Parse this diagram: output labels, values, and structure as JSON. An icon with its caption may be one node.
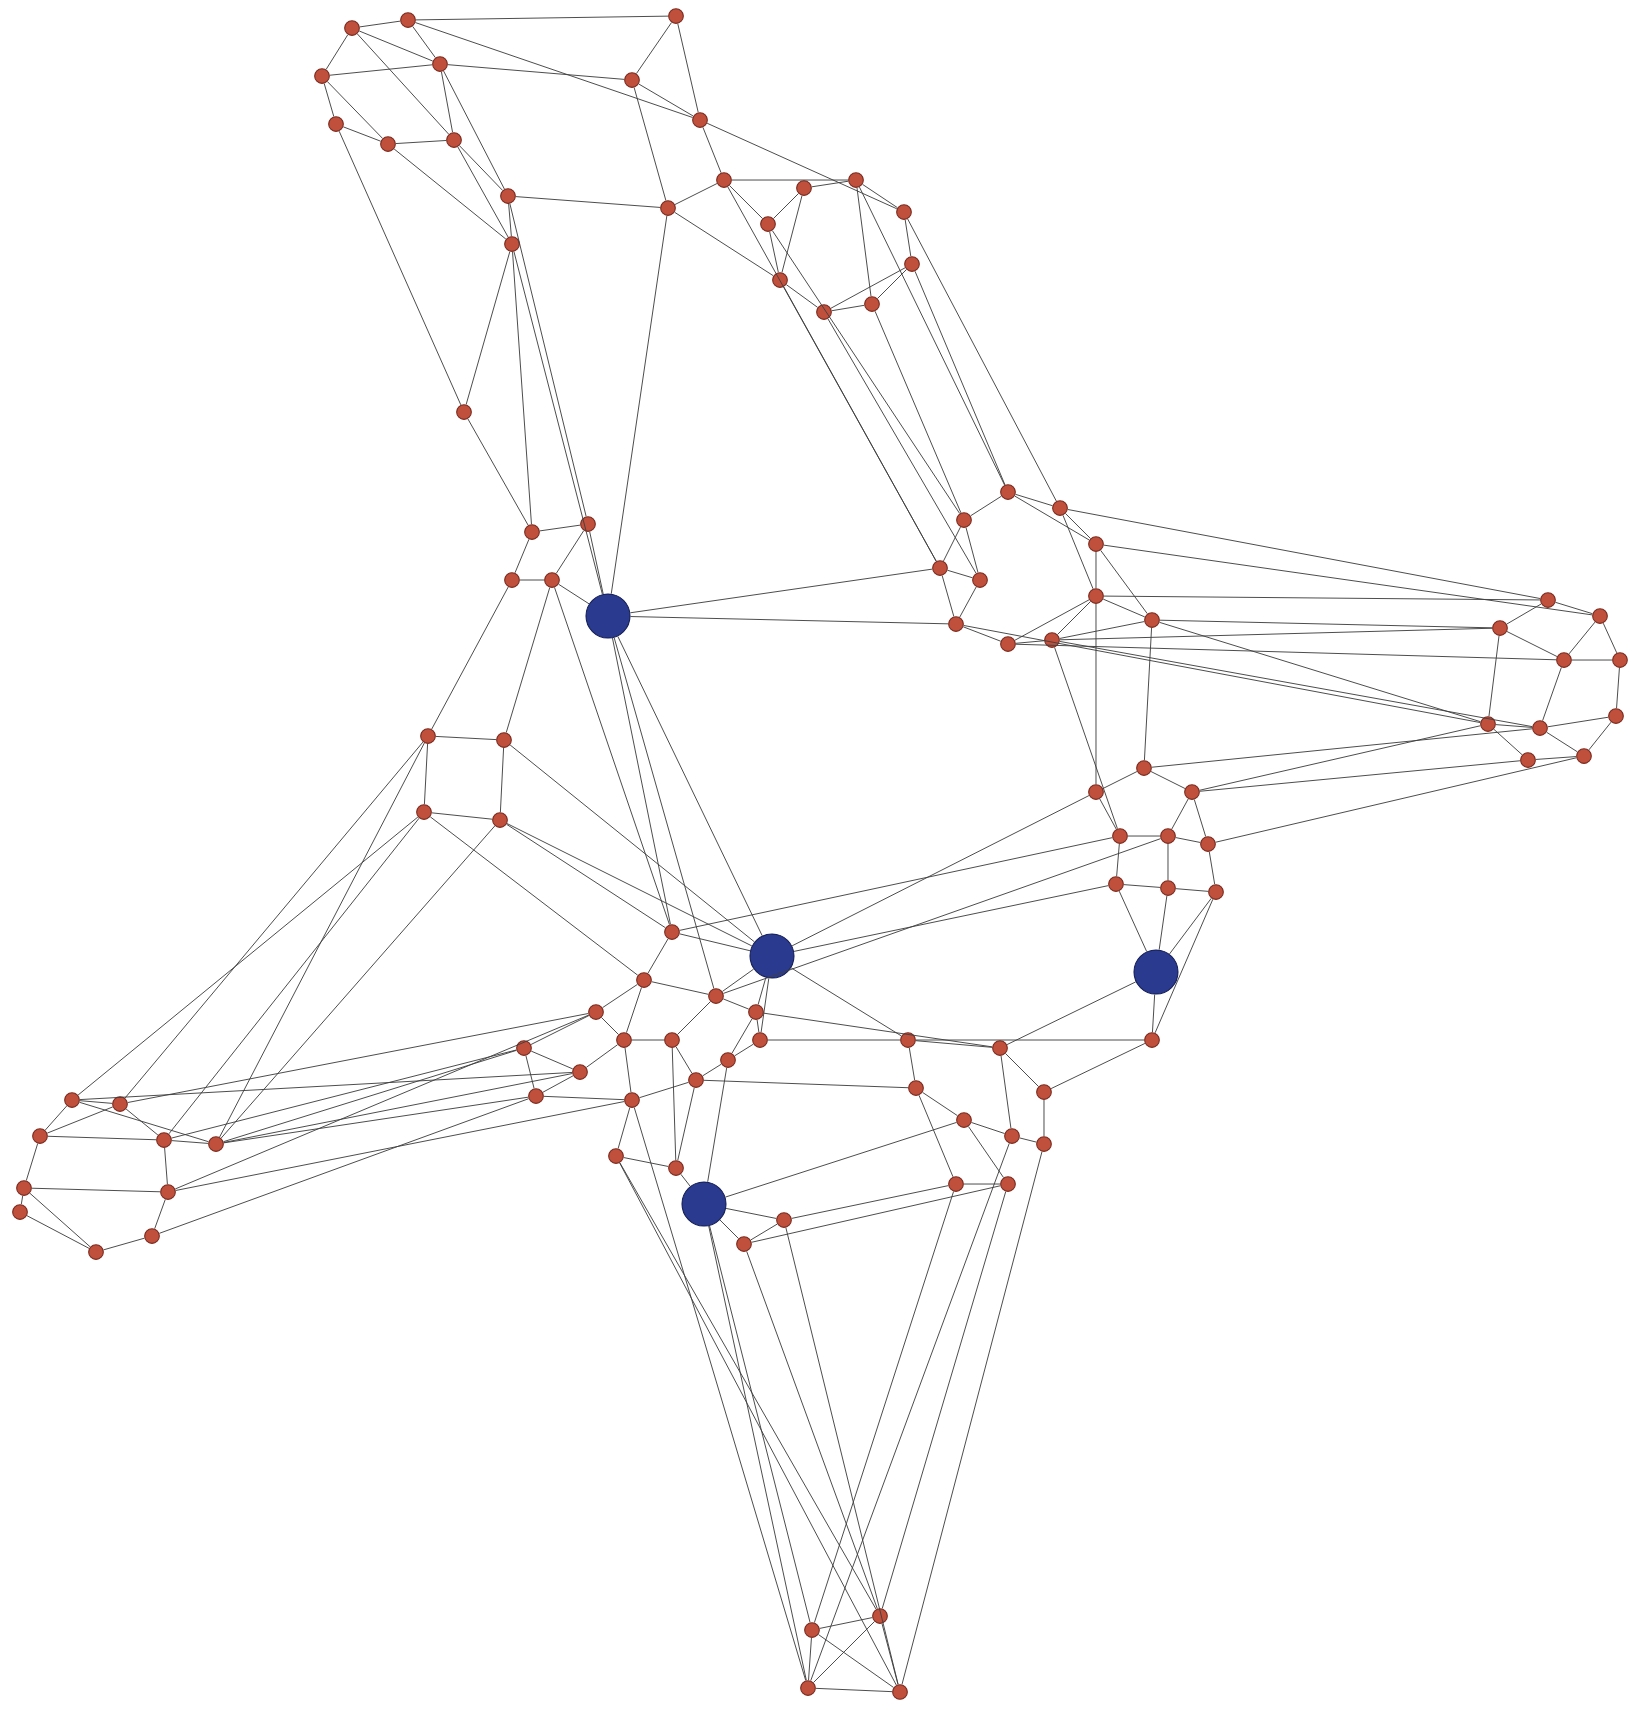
{
  "diagram": {
    "nodes": [
      {
        "text": [],
        "shape": "circle"
      },
      {
        "text": [],
        "shape": "circle"
      },
      {
        "text": [],
        "shape": "circle"
      },
      {
        "text": [],
        "shape": "circle"
      },
      {
        "text": [],
        "shape": "circle"
      },
      {
        "text": [],
        "shape": "circle"
      },
      {
        "text": [],
        "shape": "circle"
      },
      {
        "text": [],
        "shape": "circle"
      },
      {
        "text": [],
        "shape": "circle"
      },
      {
        "text": [],
        "shape": "circle"
      },
      {
        "text": [],
        "shape": "circle"
      },
      {
        "text": [],
        "shape": "circle"
      },
      {
        "text": [],
        "shape": "circle"
      },
      {
        "text": [],
        "shape": "circle"
      },
      {
        "text": [],
        "shape": "circle"
      },
      {
        "text": [],
        "shape": "circle"
      },
      {
        "text": [],
        "shape": "circle"
      },
      {
        "text": [],
        "shape": "circle"
      },
      {
        "text": [],
        "shape": "circle"
      },
      {
        "text": [],
        "shape": "circle"
      },
      {
        "text": [],
        "shape": "circle"
      },
      {
        "text": [],
        "shape": "circle"
      },
      {
        "text": [],
        "shape": "circle"
      },
      {
        "text": [],
        "shape": "circle"
      },
      {
        "text": [],
        "shape": "circle"
      },
      {
        "text": [],
        "shape": "circle"
      },
      {
        "text": [],
        "shape": "circle"
      },
      {
        "text": [],
        "shape": "circle"
      },
      {
        "text": [],
        "shape": "circle"
      },
      {
        "text": [],
        "shape": "circle"
      },
      {
        "text": [],
        "shape": "circle"
      },
      {
        "text": [],
        "shape": "circle"
      },
      {
        "text": [],
        "shape": "circle"
      },
      {
        "text": [],
        "shape": "circle"
      },
      {
        "text": [],
        "shape": "circle"
      },
      {
        "text": [],
        "shape": "circle"
      },
      {
        "text": [],
        "shape": "circle"
      },
      {
        "text": [],
        "shape": "circle"
      },
      {
        "text": [],
        "shape": "circle"
      },
      {
        "text": [],
        "shape": "circle"
      },
      {
        "text": [],
        "shape": "circle"
      },
      {
        "text": [],
        "shape": "circle"
      },
      {
        "text": [],
        "shape": "circle"
      },
      {
        "text": [],
        "shape": "circle"
      },
      {
        "text": [],
        "shape": "circle"
      },
      {
        "text": [],
        "shape": "circle"
      },
      {
        "text": [],
        "shape": "circle"
      },
      {
        "text": [],
        "shape": "circle"
      },
      {
        "text": [],
        "shape": "circle"
      },
      {
        "text": [],
        "shape": "circle"
      },
      {
        "text": [],
        "shape": "circle"
      },
      {
        "text": [],
        "shape": "circle"
      },
      {
        "text": [],
        "shape": "circle"
      },
      {
        "text": [],
        "shape": "circle"
      },
      {
        "text": [],
        "shape": "circle"
      },
      {
        "text": [],
        "shape": "circle"
      },
      {
        "text": [],
        "shape": "circle"
      },
      {
        "text": [],
        "shape": "circle"
      },
      {
        "text": [],
        "shape": "circle"
      },
      {
        "text": [],
        "shape": "circle"
      },
      {
        "text": [],
        "shape": "circle"
      },
      {
        "text": [],
        "shape": "circle"
      },
      {
        "text": [],
        "shape": "circle"
      },
      {
        "text": [],
        "shape": "circle"
      },
      {
        "text": [],
        "shape": "circle"
      },
      {
        "text": [],
        "shape": "circle"
      },
      {
        "text": [],
        "shape": "circle"
      },
      {
        "text": [],
        "shape": "circle"
      },
      {
        "text": [],
        "shape": "circle"
      },
      {
        "text": [],
        "shape": "circle"
      },
      {
        "text": [],
        "shape": "circle"
      },
      {
        "text": [],
        "shape": "circle"
      },
      {
        "text": [],
        "shape": "circle"
      },
      {
        "text": [],
        "shape": "circle"
      },
      {
        "text": [],
        "shape": "circle"
      },
      {
        "text": [],
        "shape": "circle"
      },
      {
        "text": [],
        "shape": "circle"
      },
      {
        "text": [],
        "shape": "circle"
      },
      {
        "text": [],
        "shape": "circle"
      },
      {
        "text": [],
        "shape": "circle"
      },
      {
        "text": [],
        "shape": "circle"
      },
      {
        "text": [],
        "shape": "circle"
      },
      {
        "text": [],
        "shape": "circle"
      },
      {
        "text": [],
        "shape": "circle"
      },
      {
        "text": [],
        "shape": "circle"
      },
      {
        "text": [],
        "shape": "circle"
      },
      {
        "text": [],
        "shape": "circle"
      },
      {
        "text": [],
        "shape": "circle"
      },
      {
        "text": [],
        "shape": "circle"
      },
      {
        "text": [],
        "shape": "circle"
      },
      {
        "text": [],
        "shape": "circle"
      },
      {
        "text": [],
        "shape": "circle"
      },
      {
        "text": [],
        "shape": "circle"
      },
      {
        "text": [],
        "shape": "circle"
      },
      {
        "text": [],
        "shape": "circle"
      },
      {
        "text": [],
        "shape": "circle"
      },
      {
        "text": [],
        "shape": "circle"
      },
      {
        "text": [],
        "shape": "circle"
      },
      {
        "text": [],
        "shape": "circle"
      },
      {
        "text": [],
        "shape": "circle"
      },
      {
        "text": [],
        "shape": "circle"
      },
      {
        "text": [],
        "shape": "circle"
      },
      {
        "text": [],
        "shape": "circle"
      },
      {
        "text": [],
        "shape": "circle"
      },
      {
        "text": [],
        "shape": "circle"
      },
      {
        "text": [],
        "shape": "circle"
      },
      {
        "text": [],
        "shape": "circle"
      }
    ],
    "edges": [
      {
        "from": 0,
        "to": 1,
        "arrow": "none"
      },
      {
        "from": 0,
        "to": 2,
        "arrow": "none"
      },
      {
        "from": 0,
        "to": 3,
        "arrow": "none"
      },
      {
        "from": 1,
        "to": 3,
        "arrow": "none"
      },
      {
        "from": 1,
        "to": 4,
        "arrow": "none"
      },
      {
        "from": 2,
        "to": 7,
        "arrow": "none"
      },
      {
        "from": 2,
        "to": 3,
        "arrow": "none"
      },
      {
        "from": 3,
        "to": 9,
        "arrow": "none"
      },
      {
        "from": 7,
        "to": 8,
        "arrow": "none"
      },
      {
        "from": 8,
        "to": 9,
        "arrow": "none"
      },
      {
        "from": 3,
        "to": 5,
        "arrow": "none"
      },
      {
        "from": 4,
        "to": 5,
        "arrow": "none"
      },
      {
        "from": 4,
        "to": 6,
        "arrow": "none"
      },
      {
        "from": 5,
        "to": 6,
        "arrow": "none"
      },
      {
        "from": 1,
        "to": 6,
        "arrow": "none"
      },
      {
        "from": 5,
        "to": 12,
        "arrow": "none"
      },
      {
        "from": 6,
        "to": 13,
        "arrow": "none"
      },
      {
        "from": 12,
        "to": 13,
        "arrow": "none"
      },
      {
        "from": 13,
        "to": 14,
        "arrow": "none"
      },
      {
        "from": 14,
        "to": 15,
        "arrow": "none"
      },
      {
        "from": 15,
        "to": 16,
        "arrow": "none"
      },
      {
        "from": 16,
        "to": 17,
        "arrow": "none"
      },
      {
        "from": 17,
        "to": 18,
        "arrow": "none"
      },
      {
        "from": 14,
        "to": 19,
        "arrow": "none"
      },
      {
        "from": 19,
        "to": 20,
        "arrow": "none"
      },
      {
        "from": 20,
        "to": 21,
        "arrow": "none"
      },
      {
        "from": 18,
        "to": 21,
        "arrow": "none"
      },
      {
        "from": 15,
        "to": 19,
        "arrow": "none"
      },
      {
        "from": 16,
        "to": 21,
        "arrow": "none"
      },
      {
        "from": 9,
        "to": 10,
        "arrow": "none"
      },
      {
        "from": 10,
        "to": 11,
        "arrow": "none"
      },
      {
        "from": 8,
        "to": 11,
        "arrow": "none"
      },
      {
        "from": 10,
        "to": 12,
        "arrow": "none"
      },
      {
        "from": 11,
        "to": 22,
        "arrow": "none"
      },
      {
        "from": 7,
        "to": 22,
        "arrow": "none"
      },
      {
        "from": 22,
        "to": 23,
        "arrow": "none"
      },
      {
        "from": 11,
        "to": 23,
        "arrow": "none"
      },
      {
        "from": 10,
        "to": 24,
        "arrow": "none"
      },
      {
        "from": 23,
        "to": 24,
        "arrow": "none"
      },
      {
        "from": 23,
        "to": 25,
        "arrow": "none"
      },
      {
        "from": 24,
        "to": 26,
        "arrow": "none"
      },
      {
        "from": 25,
        "to": 26,
        "arrow": "none"
      },
      {
        "from": 26,
        "to": 27,
        "arrow": "none"
      },
      {
        "from": 24,
        "to": 27,
        "arrow": "none"
      },
      {
        "from": 11,
        "to": 27,
        "arrow": "none"
      },
      {
        "from": 12,
        "to": 27,
        "arrow": "none"
      },
      {
        "from": 3,
        "to": 10,
        "arrow": "none"
      },
      {
        "from": 0,
        "to": 9,
        "arrow": "none"
      },
      {
        "from": 2,
        "to": 8,
        "arrow": "none"
      },
      {
        "from": 6,
        "to": 17,
        "arrow": "none"
      },
      {
        "from": 13,
        "to": 16,
        "arrow": "none"
      },
      {
        "from": 18,
        "to": 20,
        "arrow": "none"
      },
      {
        "from": 12,
        "to": 19,
        "arrow": "none"
      },
      {
        "from": 9,
        "to": 11,
        "arrow": "none"
      },
      {
        "from": 18,
        "to": 28,
        "arrow": "none"
      },
      {
        "from": 21,
        "to": 29,
        "arrow": "none"
      },
      {
        "from": 17,
        "to": 30,
        "arrow": "none"
      },
      {
        "from": 19,
        "to": 31,
        "arrow": "none"
      },
      {
        "from": 20,
        "to": 33,
        "arrow": "none"
      },
      {
        "from": 14,
        "to": 29,
        "arrow": "none"
      },
      {
        "from": 16,
        "to": 28,
        "arrow": "none"
      },
      {
        "from": 13,
        "to": 31,
        "arrow": "none"
      },
      {
        "from": 28,
        "to": 29,
        "arrow": "none"
      },
      {
        "from": 28,
        "to": 30,
        "arrow": "none"
      },
      {
        "from": 29,
        "to": 31,
        "arrow": "none"
      },
      {
        "from": 30,
        "to": 32,
        "arrow": "none"
      },
      {
        "from": 31,
        "to": 33,
        "arrow": "none"
      },
      {
        "from": 33,
        "to": 34,
        "arrow": "none"
      },
      {
        "from": 34,
        "to": 35,
        "arrow": "none"
      },
      {
        "from": 35,
        "to": 36,
        "arrow": "none"
      },
      {
        "from": 36,
        "to": 37,
        "arrow": "none"
      },
      {
        "from": 32,
        "to": 37,
        "arrow": "none"
      },
      {
        "from": 37,
        "to": 38,
        "arrow": "none"
      },
      {
        "from": 29,
        "to": 33,
        "arrow": "none"
      },
      {
        "from": 28,
        "to": 32,
        "arrow": "none"
      },
      {
        "from": 31,
        "to": 34,
        "arrow": "none"
      },
      {
        "from": 30,
        "to": 37,
        "arrow": "none"
      },
      {
        "from": 32,
        "to": 38,
        "arrow": "none"
      },
      {
        "from": 36,
        "to": 38,
        "arrow": "none"
      },
      {
        "from": 35,
        "to": 37,
        "arrow": "none"
      },
      {
        "from": 30,
        "to": 39,
        "arrow": "none"
      },
      {
        "from": 32,
        "to": 40,
        "arrow": "none"
      },
      {
        "from": 38,
        "to": 41,
        "arrow": "none"
      },
      {
        "from": 36,
        "to": 41,
        "arrow": "none"
      },
      {
        "from": 35,
        "to": 42,
        "arrow": "none"
      },
      {
        "from": 37,
        "to": 39,
        "arrow": "none"
      },
      {
        "from": 38,
        "to": 44,
        "arrow": "none"
      },
      {
        "from": 34,
        "to": 44,
        "arrow": "none"
      },
      {
        "from": 36,
        "to": 45,
        "arrow": "none"
      },
      {
        "from": 39,
        "to": 40,
        "arrow": "none"
      },
      {
        "from": 39,
        "to": 41,
        "arrow": "none"
      },
      {
        "from": 40,
        "to": 42,
        "arrow": "none"
      },
      {
        "from": 41,
        "to": 42,
        "arrow": "none"
      },
      {
        "from": 42,
        "to": 43,
        "arrow": "none"
      },
      {
        "from": 40,
        "to": 43,
        "arrow": "none"
      },
      {
        "from": 43,
        "to": 46,
        "arrow": "none"
      },
      {
        "from": 44,
        "to": 45,
        "arrow": "none"
      },
      {
        "from": 45,
        "to": 46,
        "arrow": "none"
      },
      {
        "from": 44,
        "to": 47,
        "arrow": "none"
      },
      {
        "from": 47,
        "to": 48,
        "arrow": "none"
      },
      {
        "from": 46,
        "to": 48,
        "arrow": "none"
      },
      {
        "from": 45,
        "to": 48,
        "arrow": "none"
      },
      {
        "from": 41,
        "to": 44,
        "arrow": "none"
      },
      {
        "from": 42,
        "to": 45,
        "arrow": "none"
      },
      {
        "from": 27,
        "to": 31,
        "arrow": "none"
      },
      {
        "from": 27,
        "to": 34,
        "arrow": "none"
      },
      {
        "from": 38,
        "to": 50,
        "arrow": "none"
      },
      {
        "from": 37,
        "to": 49,
        "arrow": "none"
      },
      {
        "from": 36,
        "to": 52,
        "arrow": "none"
      },
      {
        "from": 49,
        "to": 50,
        "arrow": "none"
      },
      {
        "from": 50,
        "to": 51,
        "arrow": "none"
      },
      {
        "from": 49,
        "to": 52,
        "arrow": "none"
      },
      {
        "from": 52,
        "to": 53,
        "arrow": "none"
      },
      {
        "from": 53,
        "to": 54,
        "arrow": "none"
      },
      {
        "from": 51,
        "to": 54,
        "arrow": "none"
      },
      {
        "from": 52,
        "to": 55,
        "arrow": "none"
      },
      {
        "from": 55,
        "to": 56,
        "arrow": "none"
      },
      {
        "from": 56,
        "to": 57,
        "arrow": "none"
      },
      {
        "from": 54,
        "to": 57,
        "arrow": "none"
      },
      {
        "from": 53,
        "to": 56,
        "arrow": "none"
      },
      {
        "from": 55,
        "to": 58,
        "arrow": "none"
      },
      {
        "from": 56,
        "to": 58,
        "arrow": "none"
      },
      {
        "from": 57,
        "to": 58,
        "arrow": "none"
      },
      {
        "from": 58,
        "to": 59,
        "arrow": "none"
      },
      {
        "from": 44,
        "to": 51,
        "arrow": "none"
      },
      {
        "from": 47,
        "to": 51,
        "arrow": "none"
      },
      {
        "from": 45,
        "to": 50,
        "arrow": "none"
      },
      {
        "from": 48,
        "to": 54,
        "arrow": "none"
      },
      {
        "from": 57,
        "to": 59,
        "arrow": "none"
      },
      {
        "from": 51,
        "to": 53,
        "arrow": "none"
      },
      {
        "from": 60,
        "to": 61,
        "arrow": "none"
      },
      {
        "from": 60,
        "to": 62,
        "arrow": "none"
      },
      {
        "from": 61,
        "to": 63,
        "arrow": "none"
      },
      {
        "from": 62,
        "to": 63,
        "arrow": "none"
      },
      {
        "from": 60,
        "to": 25,
        "arrow": "none"
      },
      {
        "from": 61,
        "to": 26,
        "arrow": "none"
      },
      {
        "from": 63,
        "to": 65,
        "arrow": "none"
      },
      {
        "from": 62,
        "to": 66,
        "arrow": "none"
      },
      {
        "from": 61,
        "to": 64,
        "arrow": "none"
      },
      {
        "from": 63,
        "to": 64,
        "arrow": "none"
      },
      {
        "from": 27,
        "to": 64,
        "arrow": "none"
      },
      {
        "from": 27,
        "to": 65,
        "arrow": "none"
      },
      {
        "from": 27,
        "to": 67,
        "arrow": "none"
      },
      {
        "from": 26,
        "to": 65,
        "arrow": "none"
      },
      {
        "from": 64,
        "to": 65,
        "arrow": "none"
      },
      {
        "from": 64,
        "to": 67,
        "arrow": "none"
      },
      {
        "from": 64,
        "to": 68,
        "arrow": "none"
      },
      {
        "from": 65,
        "to": 66,
        "arrow": "none"
      },
      {
        "from": 66,
        "to": 67,
        "arrow": "none"
      },
      {
        "from": 67,
        "to": 68,
        "arrow": "none"
      },
      {
        "from": 66,
        "to": 69,
        "arrow": "none"
      },
      {
        "from": 69,
        "to": 70,
        "arrow": "none"
      },
      {
        "from": 70,
        "to": 71,
        "arrow": "none"
      },
      {
        "from": 71,
        "to": 72,
        "arrow": "none"
      },
      {
        "from": 72,
        "to": 73,
        "arrow": "none"
      },
      {
        "from": 73,
        "to": 76,
        "arrow": "none"
      },
      {
        "from": 76,
        "to": 77,
        "arrow": "none"
      },
      {
        "from": 77,
        "to": 78,
        "arrow": "none"
      },
      {
        "from": 78,
        "to": 68,
        "arrow": "none"
      },
      {
        "from": 66,
        "to": 72,
        "arrow": "none"
      },
      {
        "from": 69,
        "to": 72,
        "arrow": "none"
      },
      {
        "from": 67,
        "to": 73,
        "arrow": "none"
      },
      {
        "from": 68,
        "to": 77,
        "arrow": "none"
      },
      {
        "from": 64,
        "to": 78,
        "arrow": "none"
      },
      {
        "from": 64,
        "to": 49,
        "arrow": "none"
      },
      {
        "from": 64,
        "to": 55,
        "arrow": "none"
      },
      {
        "from": 65,
        "to": 52,
        "arrow": "none"
      },
      {
        "from": 67,
        "to": 53,
        "arrow": "none"
      },
      {
        "from": 70,
        "to": 74,
        "arrow": "none"
      },
      {
        "from": 74,
        "to": 75,
        "arrow": "none"
      },
      {
        "from": 75,
        "to": 76,
        "arrow": "none"
      },
      {
        "from": 71,
        "to": 74,
        "arrow": "none"
      },
      {
        "from": 72,
        "to": 75,
        "arrow": "none"
      },
      {
        "from": 78,
        "to": 79,
        "arrow": "none"
      },
      {
        "from": 79,
        "to": 80,
        "arrow": "none"
      },
      {
        "from": 80,
        "to": 81,
        "arrow": "none"
      },
      {
        "from": 79,
        "to": 82,
        "arrow": "none"
      },
      {
        "from": 82,
        "to": 83,
        "arrow": "none"
      },
      {
        "from": 83,
        "to": 84,
        "arrow": "none"
      },
      {
        "from": 84,
        "to": 85,
        "arrow": "none"
      },
      {
        "from": 81,
        "to": 85,
        "arrow": "none"
      },
      {
        "from": 82,
        "to": 86,
        "arrow": "none"
      },
      {
        "from": 86,
        "to": 87,
        "arrow": "none"
      },
      {
        "from": 83,
        "to": 87,
        "arrow": "none"
      },
      {
        "from": 80,
        "to": 84,
        "arrow": "none"
      },
      {
        "from": 79,
        "to": 59,
        "arrow": "none"
      },
      {
        "from": 80,
        "to": 58,
        "arrow": "none"
      },
      {
        "from": 81,
        "to": 59,
        "arrow": "none"
      },
      {
        "from": 64,
        "to": 79,
        "arrow": "none"
      },
      {
        "from": 68,
        "to": 80,
        "arrow": "none"
      },
      {
        "from": 76,
        "to": 82,
        "arrow": "none"
      },
      {
        "from": 75,
        "to": 92,
        "arrow": "none"
      },
      {
        "from": 92,
        "to": 89,
        "arrow": "none"
      },
      {
        "from": 89,
        "to": 88,
        "arrow": "none"
      },
      {
        "from": 88,
        "to": 90,
        "arrow": "none"
      },
      {
        "from": 90,
        "to": 91,
        "arrow": "none"
      },
      {
        "from": 88,
        "to": 91,
        "arrow": "none"
      },
      {
        "from": 76,
        "to": 89,
        "arrow": "none"
      },
      {
        "from": 77,
        "to": 88,
        "arrow": "none"
      },
      {
        "from": 86,
        "to": 91,
        "arrow": "none"
      },
      {
        "from": 87,
        "to": 90,
        "arrow": "none"
      },
      {
        "from": 73,
        "to": 89,
        "arrow": "none"
      },
      {
        "from": 88,
        "to": 83,
        "arrow": "none"
      },
      {
        "from": 93,
        "to": 94,
        "arrow": "none"
      },
      {
        "from": 93,
        "to": 95,
        "arrow": "none"
      },
      {
        "from": 94,
        "to": 96,
        "arrow": "none"
      },
      {
        "from": 95,
        "to": 97,
        "arrow": "none"
      },
      {
        "from": 96,
        "to": 98,
        "arrow": "none"
      },
      {
        "from": 97,
        "to": 99,
        "arrow": "none"
      },
      {
        "from": 99,
        "to": 101,
        "arrow": "none"
      },
      {
        "from": 101,
        "to": 102,
        "arrow": "none"
      },
      {
        "from": 100,
        "to": 102,
        "arrow": "none"
      },
      {
        "from": 96,
        "to": 100,
        "arrow": "none"
      },
      {
        "from": 95,
        "to": 96,
        "arrow": "none"
      },
      {
        "from": 94,
        "to": 95,
        "arrow": "none"
      },
      {
        "from": 97,
        "to": 100,
        "arrow": "none"
      },
      {
        "from": 97,
        "to": 101,
        "arrow": "none"
      },
      {
        "from": 93,
        "to": 98,
        "arrow": "none"
      },
      {
        "from": 98,
        "to": 70,
        "arrow": "none"
      },
      {
        "from": 98,
        "to": 74,
        "arrow": "none"
      },
      {
        "from": 96,
        "to": 70,
        "arrow": "none"
      },
      {
        "from": 100,
        "to": 69,
        "arrow": "none"
      },
      {
        "from": 102,
        "to": 74,
        "arrow": "none"
      },
      {
        "from": 94,
        "to": 69,
        "arrow": "none"
      },
      {
        "from": 93,
        "to": 71,
        "arrow": "none"
      },
      {
        "from": 98,
        "to": 71,
        "arrow": "none"
      },
      {
        "from": 100,
        "to": 75,
        "arrow": "none"
      },
      {
        "from": 62,
        "to": 93,
        "arrow": "none"
      },
      {
        "from": 60,
        "to": 94,
        "arrow": "none"
      },
      {
        "from": 62,
        "to": 96,
        "arrow": "none"
      },
      {
        "from": 63,
        "to": 98,
        "arrow": "none"
      },
      {
        "from": 60,
        "to": 98,
        "arrow": "none"
      },
      {
        "from": 103,
        "to": 104,
        "arrow": "none"
      },
      {
        "from": 103,
        "to": 105,
        "arrow": "none"
      },
      {
        "from": 104,
        "to": 106,
        "arrow": "none"
      },
      {
        "from": 105,
        "to": 106,
        "arrow": "none"
      },
      {
        "from": 103,
        "to": 106,
        "arrow": "none"
      },
      {
        "from": 104,
        "to": 105,
        "arrow": "none"
      },
      {
        "from": 88,
        "to": 103,
        "arrow": "none"
      },
      {
        "from": 88,
        "to": 105,
        "arrow": "none"
      },
      {
        "from": 90,
        "to": 104,
        "arrow": "none"
      },
      {
        "from": 91,
        "to": 106,
        "arrow": "none"
      },
      {
        "from": 86,
        "to": 103,
        "arrow": "none"
      },
      {
        "from": 87,
        "to": 104,
        "arrow": "none"
      },
      {
        "from": 85,
        "to": 106,
        "arrow": "none"
      },
      {
        "from": 75,
        "to": 105,
        "arrow": "none"
      },
      {
        "from": 92,
        "to": 104,
        "arrow": "none"
      },
      {
        "from": 84,
        "to": 105,
        "arrow": "none"
      },
      {
        "from": 92,
        "to": 106,
        "arrow": "none"
      }
    ]
  }
}
